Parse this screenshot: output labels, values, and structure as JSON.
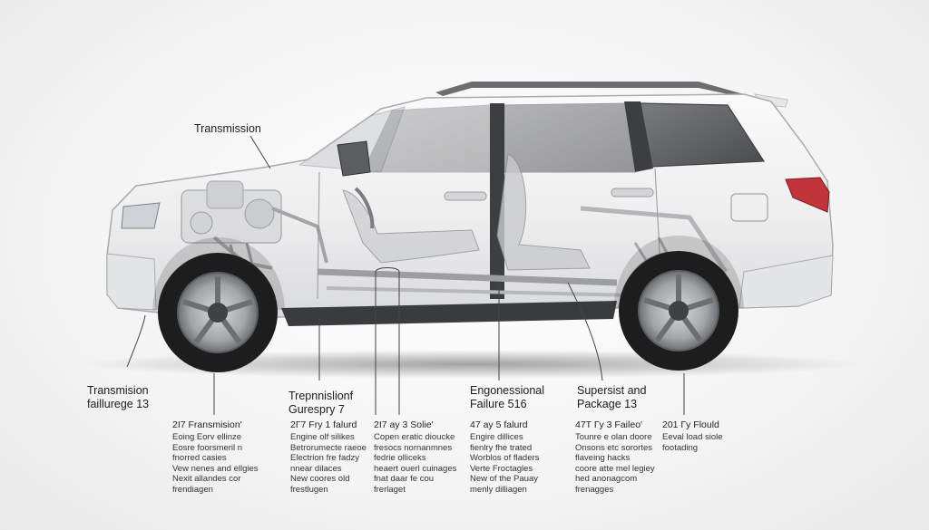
{
  "callouts": {
    "top_label": "Transmission",
    "col1": {
      "heading": [
        "Transmision",
        "failluregе 13"
      ],
      "lines": [
        "2I7 Fransmision'",
        "Eoing Eorv ellinze",
        "Eosre foorsmeril n",
        "fnorred casies",
        "Vew nenes and ellgies",
        "Nexit allandes cor",
        "frendiagen"
      ]
    },
    "col2": {
      "heading": [
        "Trepnnislionf",
        "Gurespry 7"
      ],
      "lines": [
        "2Г7 Fry 1 falurd",
        "Engine olf silikes",
        "Betrorumecte raeoe",
        "Electrion fre fadzy",
        "nnear dilaces",
        "New coores old",
        "frestlugen"
      ]
    },
    "col3": {
      "heading": [],
      "lines": [
        "2I7 ay 3 Solie'",
        "Copen eratic dioucke",
        "fresocs nornanmnes",
        "fedrie olliceks",
        "heaert ouerl cuinages",
        "fnat daar fe cou",
        "frerlaget"
      ]
    },
    "col4": {
      "heading": [
        "Engonessional",
        "Failure 516"
      ],
      "lines": [
        "47 ay 5 falurd",
        "Engire dillices",
        "fienlry fhe trated",
        "Worblos of fladers",
        "Verte Froctagles",
        "New of the Pauay",
        "menly dilliagen"
      ]
    },
    "col5": {
      "heading": [
        "Supersist and",
        "Package 13"
      ],
      "lines": [
        "47T Гy 3 Faileo'",
        "Tounre e olan doore",
        "Onsons etc sorortes",
        "flaveing hacks",
        "coore atte mel legiey",
        "hed anonagcom",
        "frenagges"
      ]
    },
    "col6": {
      "heading": [],
      "lines": [
        "201 Гy Flould",
        "Eeval load siole",
        "footading"
      ]
    }
  },
  "colors": {
    "body_paint": "#f1f2f3",
    "glass": "#5f6063",
    "tire": "#1d1d1d",
    "rim": "#9ea1a4",
    "tail_light": "#c3333a",
    "leader_line": "#444444"
  }
}
